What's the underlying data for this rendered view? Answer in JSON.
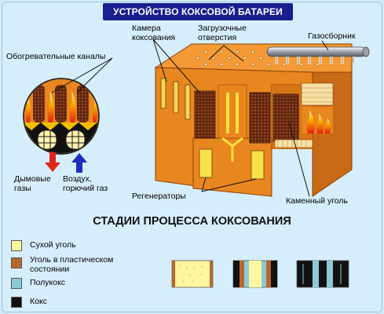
{
  "title": "УСТРОЙСТВО КОКСОВОЙ БАТАРЕИ",
  "labels": {
    "heating_channels": "Обогревательные каналы",
    "coking_chamber": "Камера\nкоксования",
    "loading_holes": "Загрузочные\nотверстия",
    "gas_collector": "Газосборник",
    "flue_gases": "Дымовые\nгазы",
    "air_fuel_gas": "Воздух,\nгорючий газ",
    "regenerators": "Регенераторы",
    "hard_coal": "Каменный уголь"
  },
  "stages_title": "СТАДИИ ПРОЦЕССА КОКСОВАНИЯ",
  "legend": [
    {
      "label": "Сухой уголь",
      "color": "#fff7a0"
    },
    {
      "label": "Уголь в пластическом\nсостоянии",
      "color": "#b8672d"
    },
    {
      "label": "Полукокс",
      "color": "#8ccbd6"
    },
    {
      "label": "Кокс",
      "color": "#111111"
    }
  ],
  "colors": {
    "brick": "#e8861f",
    "brick_dark": "#b85a10",
    "title_bg": "#1b1e8f",
    "arrow_red": "#e0261c",
    "arrow_blue": "#1c2ec2",
    "background": "#d6eefb"
  }
}
